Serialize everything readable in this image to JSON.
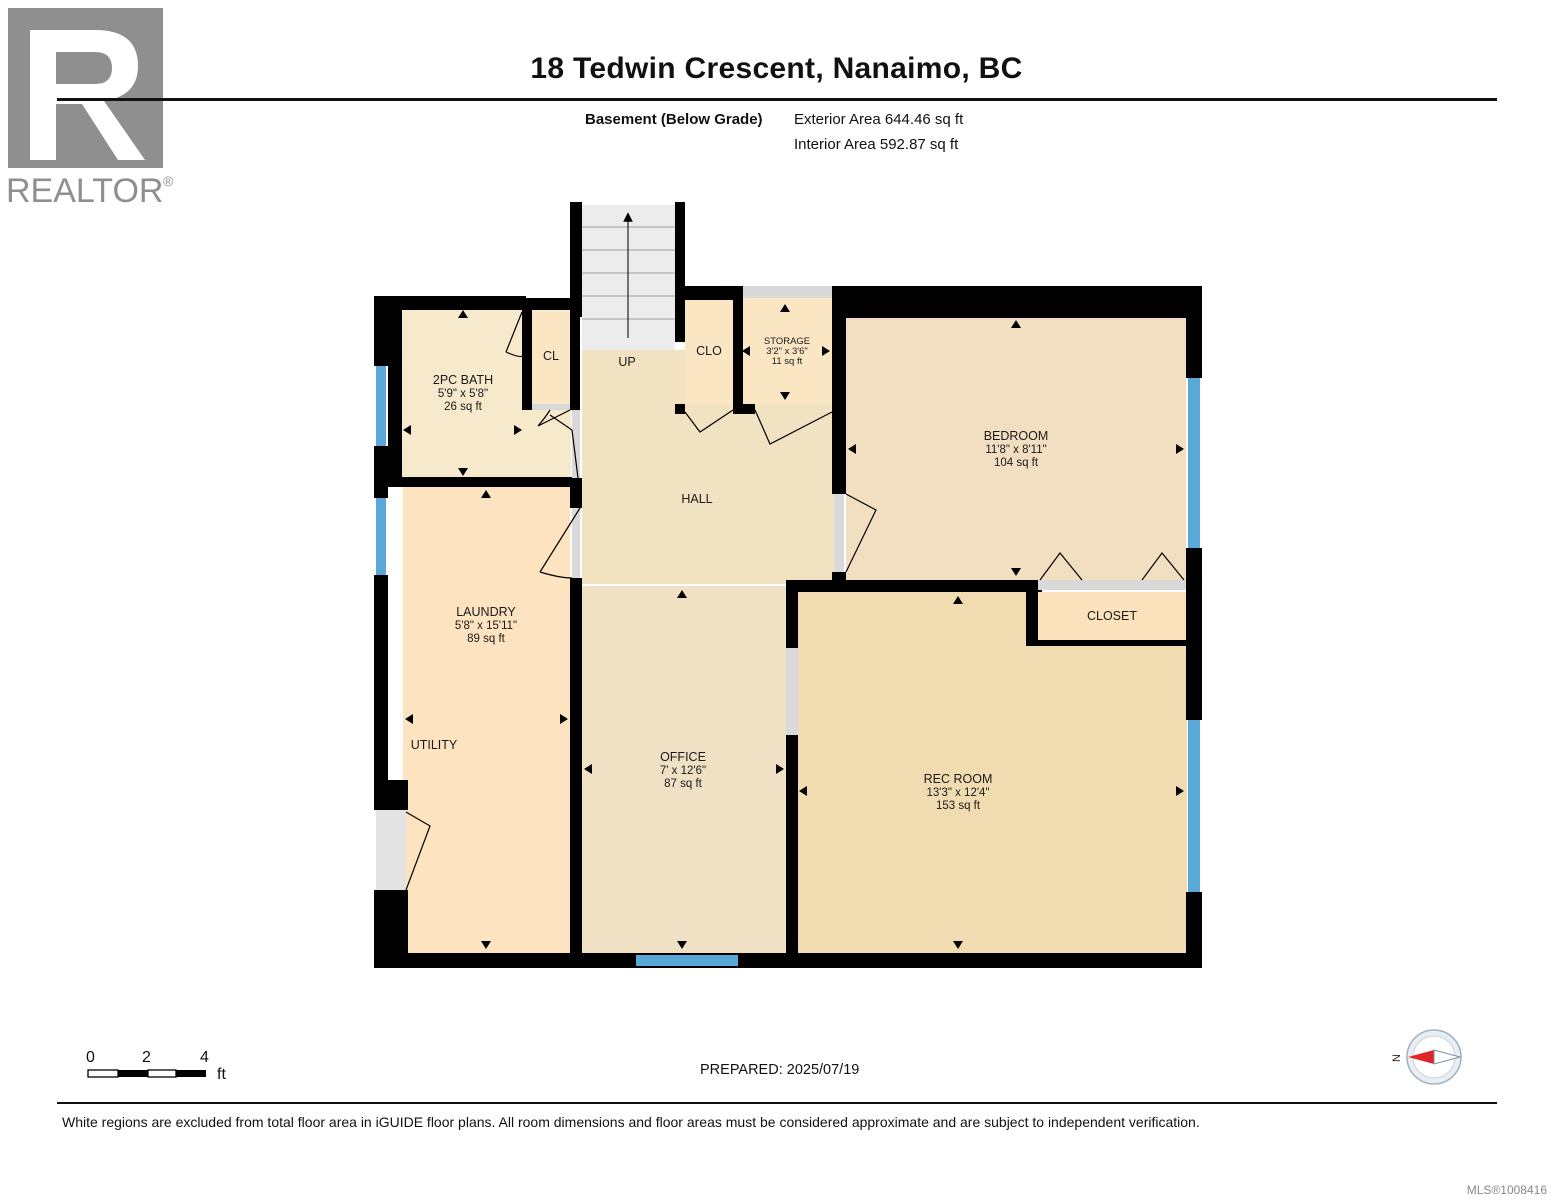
{
  "header": {
    "title": "18 Tedwin Crescent, Nanaimo, BC",
    "level_name": "Basement (Below Grade)",
    "exterior_area": "Exterior Area 644.46 sq ft",
    "interior_area": "Interior Area 592.87 sq ft"
  },
  "brand": {
    "logo_text": "REALTOR",
    "logo_icon": "realtor-r-logo",
    "mls": "MLS®1008416"
  },
  "rooms": {
    "bath": {
      "name": "2PC BATH",
      "dims": "5'9\" x 5'8\"",
      "area": "26 sq ft"
    },
    "cl": {
      "name": "CL"
    },
    "up": {
      "name": "UP"
    },
    "clo": {
      "name": "CLO"
    },
    "storage": {
      "name": "STORAGE",
      "dims": "3'2\" x 3'6\"",
      "area": "11 sq ft"
    },
    "bedroom": {
      "name": "BEDROOM",
      "dims": "11'8\" x 8'11\"",
      "area": "104 sq ft"
    },
    "hall": {
      "name": "HALL"
    },
    "closet": {
      "name": "CLOSET"
    },
    "laundry": {
      "name": "LAUNDRY",
      "dims": "5'8\" x 15'11\"",
      "area": "89 sq ft"
    },
    "utility": {
      "name": "UTILITY"
    },
    "office": {
      "name": "OFFICE",
      "dims": "7' x 12'6\"",
      "area": "87 sq ft"
    },
    "rec_room": {
      "name": "REC ROOM",
      "dims": "13'3\" x 12'4\"",
      "area": "153 sq ft"
    }
  },
  "scale": {
    "ticks": [
      "0",
      "2",
      "4"
    ],
    "unit": "ft"
  },
  "prepared": "PREPARED: 2025/07/19",
  "compass": {
    "label": "N"
  },
  "footer": {
    "disclaimer": "White regions are excluded from total floor area in iGUIDE floor plans. All room dimensions and floor areas must be considered approximate and are subject to independent verification."
  },
  "colors": {
    "wall": "#000000",
    "window": "#5aa8d8",
    "bath_fill": "#f7e9cc",
    "laundry_fill": "#fde3c0",
    "hall_fill": "#f1e2c1",
    "office_fill": "#f0e1c5",
    "bedroom_fill": "#f2dfc2",
    "rec_fill": "#f1dcb2",
    "closet_fill": "#fbe2bc",
    "stairs_fill": "#ececec",
    "door_opening": "#d9d9d9"
  }
}
